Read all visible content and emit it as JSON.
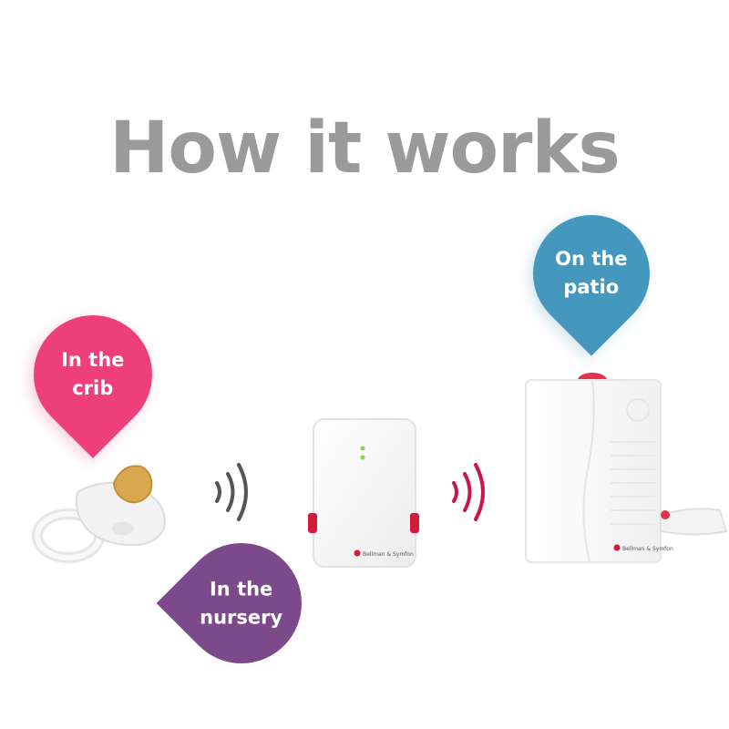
{
  "title": "How it works",
  "bubbles": {
    "crib": "In the\ncrib",
    "nursery": "In the\nnursery",
    "patio": "On the\npatio"
  },
  "devices": {
    "transmitter_brand": "Bellman & Symfon",
    "receiver_brand": "Bellman & Symfon"
  },
  "colors": {
    "title": "#9a9a9a",
    "crib": "#ee3f7a",
    "nursery": "#7c4a8b",
    "patio": "#4498bd",
    "wave_gray": "#555555",
    "wave_red": "#c8184a"
  }
}
